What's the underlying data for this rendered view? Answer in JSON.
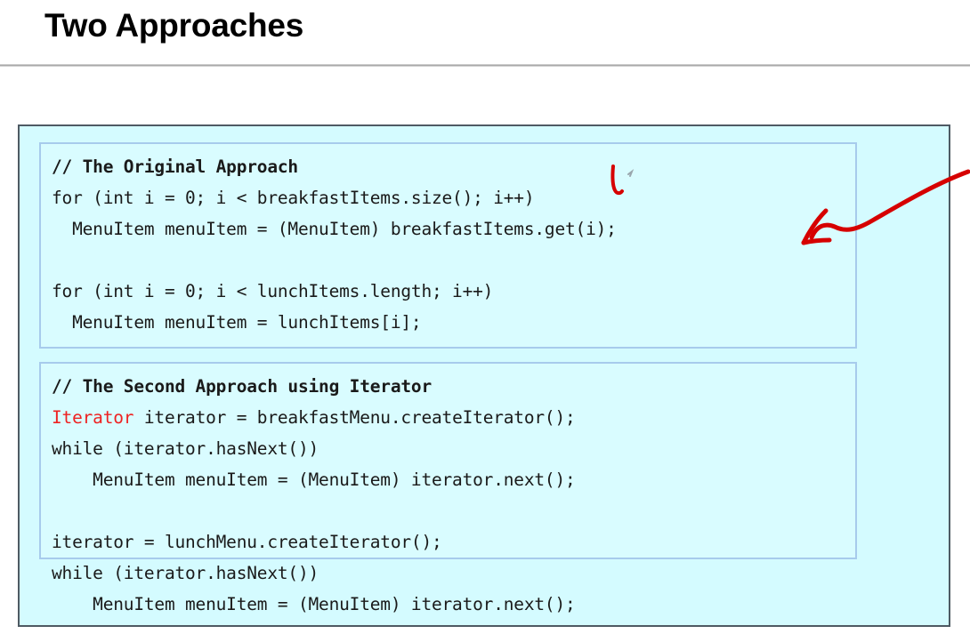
{
  "slide": {
    "title": "Two Approaches",
    "panel_bg_color": "#d4fbff",
    "panel_border_color": "#4e5a63",
    "code_box_border_color": "#a7cbec",
    "annotation_color": "#d60000",
    "keyword_color": "#ee2222"
  },
  "code_blocks": [
    {
      "name": "original-approach",
      "lines": [
        {
          "text": "// The Original Approach",
          "style": "comment"
        },
        {
          "text": "for (int i = 0; i < breakfastItems.size(); i++)",
          "style": "code"
        },
        {
          "text": "  MenuItem menuItem = (MenuItem) breakfastItems.get(i);",
          "style": "code"
        },
        {
          "text": "",
          "style": "blank"
        },
        {
          "text": "for (int i = 0; i < lunchItems.length; i++)",
          "style": "code"
        },
        {
          "text": "  MenuItem menuItem = lunchItems[i];",
          "style": "code"
        }
      ]
    },
    {
      "name": "iterator-approach",
      "lines": [
        {
          "text": "// The Second Approach using Iterator",
          "style": "comment"
        },
        {
          "text": "Iterator iterator = breakfastMenu.createIterator();",
          "style": "code",
          "keyword": "Iterator"
        },
        {
          "text": "while (iterator.hasNext())",
          "style": "code"
        },
        {
          "text": "    MenuItem menuItem = (MenuItem) iterator.next();",
          "style": "code"
        },
        {
          "text": "",
          "style": "blank"
        },
        {
          "text": "iterator = lunchMenu.createIterator();",
          "style": "code"
        },
        {
          "text": "while (iterator.hasNext())",
          "style": "code"
        },
        {
          "text": "    MenuItem menuItem = (MenuItem) iterator.next();",
          "style": "code"
        }
      ]
    }
  ],
  "annotations": [
    {
      "name": "red-curved-arrow",
      "kind": "arrow",
      "direction": "left"
    },
    {
      "name": "red-tick-mark",
      "kind": "stroke"
    }
  ]
}
